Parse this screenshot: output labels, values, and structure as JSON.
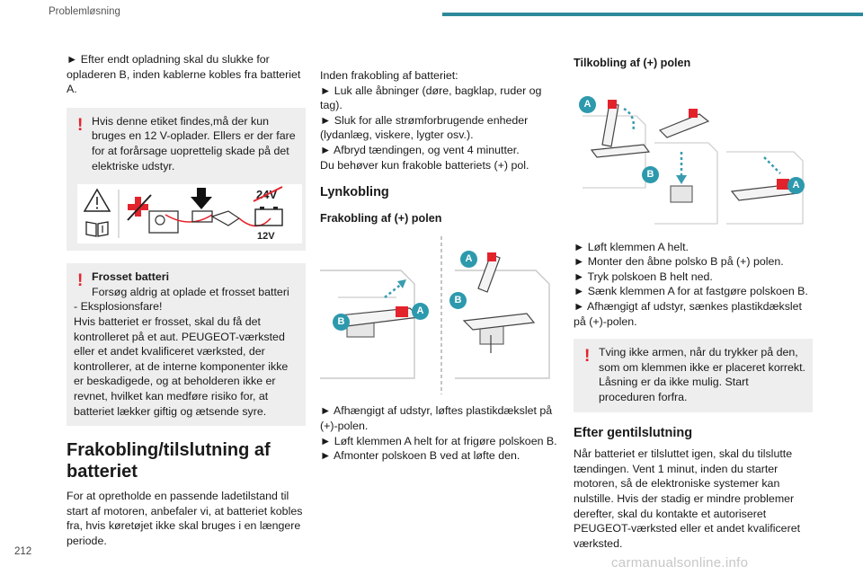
{
  "header": {
    "title": "Problemløsning",
    "accent_color": "#2c8a9a"
  },
  "page_number": "212",
  "watermark": "carmanualsonline.info",
  "col1": {
    "p1": "► Efter endt opladning skal du slukke for opladeren B, inden kablerne kobles fra batteriet A.",
    "warn1": "Hvis denne etiket findes,må der kun bruges en 12 V-oplader. Ellers er der fare for at forårsage uoprettelig skade på det elektriske udstyr.",
    "label_24v": "24V",
    "label_12v": "12V",
    "warn2_title": "Frosset batteri",
    "warn2_lines": [
      "Forsøg aldrig at oplade et frosset batteri",
      "- Eksplosionsfare!",
      "Hvis batteriet er frosset, skal du få det kontrolleret på et aut. PEUGEOT-værksted eller et andet kvalificeret værksted, der kontrollerer, at de interne komponenter ikke er beskadigede, og at beholderen ikke er revnet, hvilket kan medføre risiko for, at batteriet lækker giftig og ætsende syre."
    ],
    "section_title": "Frakobling/tilslutning af batteriet",
    "section_text": "For at opretholde en passende ladetilstand til start af motoren, anbefaler vi, at batteriet kobles fra, hvis køretøjet ikke skal bruges i en længere periode."
  },
  "col2": {
    "intro": [
      "Inden frakobling af batteriet:",
      "► Luk alle åbninger (døre, bagklap, ruder og tag).",
      "► Sluk for alle strømforbrugende enheder (lydanlæg, viskere, lygter osv.).",
      "► Afbryd tændingen, og vent 4 minutter.",
      "Du behøver kun frakoble batteriets (+) pol."
    ],
    "heading": "Lynkobling",
    "subheading": "Frakobling af (+) polen",
    "fig_labels": {
      "a": "A",
      "b": "B"
    },
    "steps": [
      "► Afhængigt af udstyr, løftes plastikdækslet på (+)-polen.",
      "► Løft klemmen A helt for at frigøre polskoen B.",
      "► Afmonter polskoen B ved at løfte den."
    ]
  },
  "col3": {
    "subheading": "Tilkobling af (+) polen",
    "fig_labels": {
      "a": "A",
      "b": "B"
    },
    "steps": [
      "► Løft klemmen A helt.",
      "► Monter den åbne polsko B på (+) polen.",
      "► Tryk polskoen B helt ned.",
      "► Sænk klemmen A for at fastgøre polskoen B.",
      "► Afhængigt af udstyr, sænkes plastikdækslet på (+)-polen."
    ],
    "warn": "Tving ikke armen, når du trykker på den, som om klemmen ikke er placeret korrekt. Låsning er da ikke mulig. Start proceduren forfra.",
    "heading": "Efter gentilslutning",
    "text": "Når batteriet er tilsluttet igen, skal du tilslutte tændingen. Vent 1 minut, inden du starter motoren, så de elektroniske systemer kan nulstille. Hvis der stadig er mindre problemer derefter, skal du kontakte et autoriseret PEUGEOT-værksted eller et andet kvalificeret værksted."
  },
  "colors": {
    "warning": "#e3232c",
    "label": "#2d99ad",
    "panel": "#eeeeee"
  }
}
